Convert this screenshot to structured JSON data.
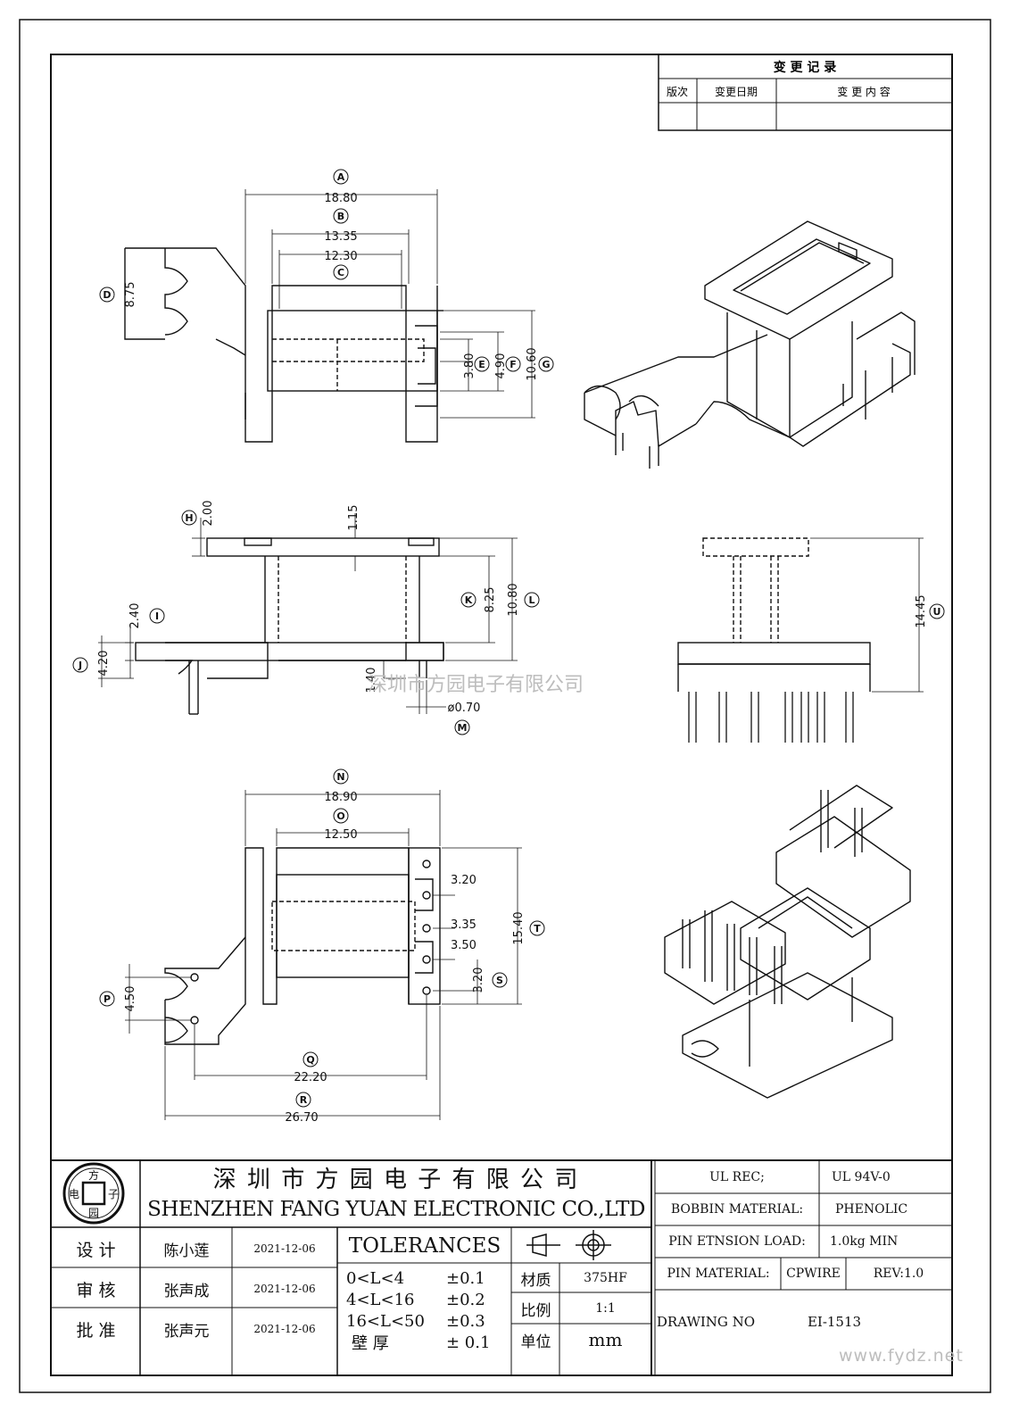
{
  "revision_table": {
    "title": "变 更 记 录",
    "headers": [
      "版次",
      "变更日期",
      "变 更 内 容"
    ]
  },
  "dimensions": {
    "A": "18.80",
    "B": "13.35",
    "C": "12.30",
    "D": "8.75",
    "E": "3.80",
    "F": "4.90",
    "G": "10.60",
    "H": "2.00",
    "H_extra": "1.15",
    "I": "2.40",
    "J": "4.20",
    "K": "8.25",
    "L": "10.80",
    "M": "ø0.70",
    "M_extra": "1.40",
    "N": "18.90",
    "O": "12.50",
    "pitch1": "3.20",
    "pitch2": "3.35",
    "pitch3": "3.50",
    "P": "4.50",
    "Q": "22.20",
    "R": "26.70",
    "S": "3.20",
    "T": "15.40",
    "U": "14.45"
  },
  "labels": [
    "A",
    "B",
    "C",
    "D",
    "E",
    "F",
    "G",
    "H",
    "I",
    "J",
    "K",
    "L",
    "M",
    "N",
    "O",
    "P",
    "Q",
    "R",
    "S",
    "T",
    "U"
  ],
  "watermark_center": "深圳市方园电子有限公司",
  "watermark_corner": "www.fydz.net",
  "title_block": {
    "logo_chars": [
      "方",
      "电",
      "子",
      "园"
    ],
    "company_cn": "深 圳 市 方 园 电 子 有 限 公 司",
    "company_en": "SHENZHEN FANG YUAN ELECTRONIC CO.,LTD",
    "rows": [
      {
        "role": "设 计",
        "name": "陈小莲",
        "date": "2021-12-06"
      },
      {
        "role": "审 核",
        "name": "张声成",
        "date": "2021-12-06"
      },
      {
        "role": "批 准",
        "name": "张声元",
        "date": "2021-12-06"
      }
    ],
    "tolerances_title": "TOLERANCES",
    "tolerances": [
      {
        "range": "0<L<4",
        "value": "±0.1"
      },
      {
        "range": "4<L<16",
        "value": "±0.2"
      },
      {
        "range": "16<L<50",
        "value": "±0.3"
      },
      {
        "range": "壁  厚",
        "value": "±  0.1"
      }
    ],
    "material_label": "材质",
    "material_value": "375HF",
    "scale_label": "比例",
    "scale_value": "1:1",
    "unit_label": "单位",
    "unit_value": "mm",
    "ul_rec_label": "UL REC;",
    "ul_rec_value": "UL  94V-0",
    "bobbin_label": "BOBBIN MATERIAL:",
    "bobbin_value": "PHENOLIC",
    "pin_load_label": "PIN ETNSION LOAD:",
    "pin_load_value": "1.0kg MIN",
    "pin_material_label": "PIN MATERIAL:",
    "pin_material_value": "CPWIRE",
    "rev": "REV:1.0",
    "drawing_no_label": "DRAWING NO",
    "drawing_no_value": "EI-1513"
  }
}
